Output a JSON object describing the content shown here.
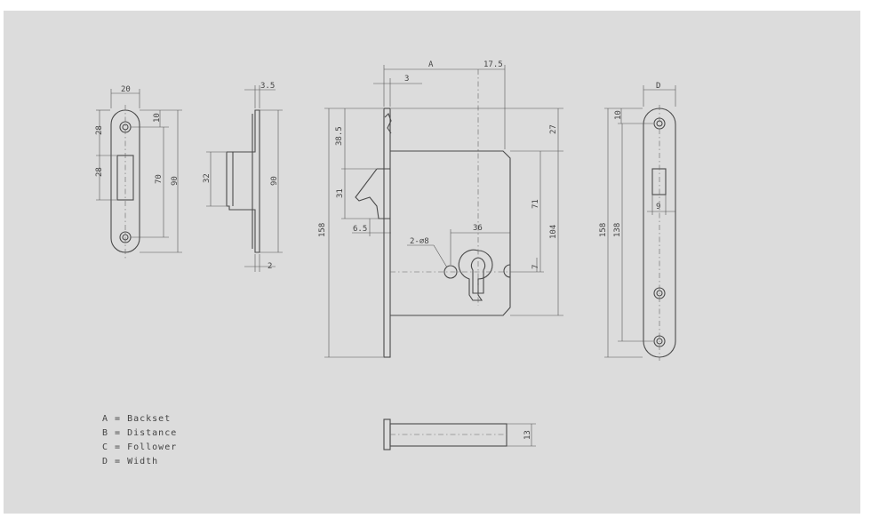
{
  "colors": {
    "sheet": "#dcdcdc",
    "line": "#4a4a4a",
    "dimension": "#555555",
    "background": "#ffffff"
  },
  "strike_plate": {
    "dim_width": "20",
    "dim_top": "10",
    "dim_upper": "28",
    "dim_lower": "28",
    "dim_hole_spacing": "70",
    "dim_height": "90"
  },
  "strike_side": {
    "dim_thickness": "3.5",
    "dim_latch": "32",
    "dim_height": "90",
    "dim_bottom": "2"
  },
  "lock_body": {
    "dim_backset": "A",
    "dim_offset": "17.5",
    "dim_faceplate": "3",
    "dim_top": "27",
    "dim_latch_height": "38.5",
    "dim_latch": "31",
    "dim_latch_depth": "6.5",
    "dim_hole_label": "2-⌀8",
    "dim_distance": "36",
    "dim_follower": "71",
    "dim_body": "104",
    "dim_small": "7",
    "dim_total": "158"
  },
  "faceplate": {
    "dim_width": "D",
    "dim_top": "10",
    "dim_square": "9",
    "dim_screws": "138",
    "dim_total": "158"
  },
  "bolt": {
    "dim_diameter": "13"
  },
  "legend": [
    "A = Backset",
    "B = Distance",
    "C = Follower",
    "D = Width"
  ]
}
